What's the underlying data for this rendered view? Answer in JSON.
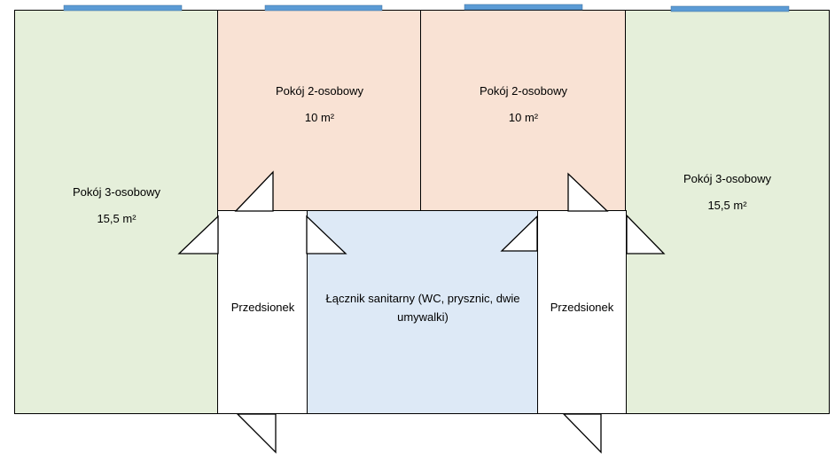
{
  "rooms": {
    "left_triple": {
      "name": "Pokój 3-osobowy",
      "area": "15,5 m²"
    },
    "double_a": {
      "name": "Pokój 2-osobowy",
      "area": "10 m²"
    },
    "double_b": {
      "name": "Pokój 2-osobowy",
      "area": "10 m²"
    },
    "right_triple": {
      "name": "Pokój 3-osobowy",
      "area": "15,5 m²"
    },
    "vestibule_left": {
      "name": "Przedsionek"
    },
    "bathroom": {
      "name_line1": "Łącznik sanitarny (WC, prysznic, dwie",
      "name_line2": "umywalki)"
    },
    "vestibule_right": {
      "name": "Przedsionek"
    }
  },
  "colors": {
    "triple_room": "#e5efda",
    "double_room": "#f9e2d4",
    "bathroom": "#dde9f6",
    "vestibule": "#ffffff",
    "window": "#5b9bd5",
    "wall": "#000000"
  }
}
